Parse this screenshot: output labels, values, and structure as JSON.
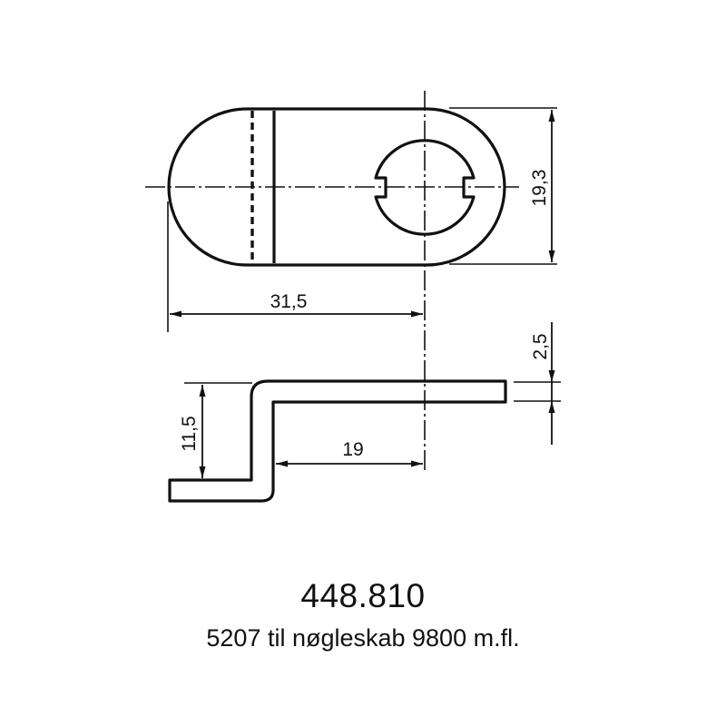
{
  "drawing": {
    "part_number": "448.810",
    "description": "5207 til nøgleskab 9800 m.fl.",
    "views": {
      "top_view": {
        "shape": "slotted oval plate with keyed round hole",
        "dimensions": {
          "height": "19,3",
          "length_to_center": "31,5"
        }
      },
      "side_view": {
        "shape": "Z-bent cam profile",
        "dimensions": {
          "offset_height": "11,5",
          "thickness": "2,5",
          "inner_to_center": "19"
        }
      }
    },
    "colors": {
      "line": "#111111",
      "background": "#ffffff"
    }
  }
}
